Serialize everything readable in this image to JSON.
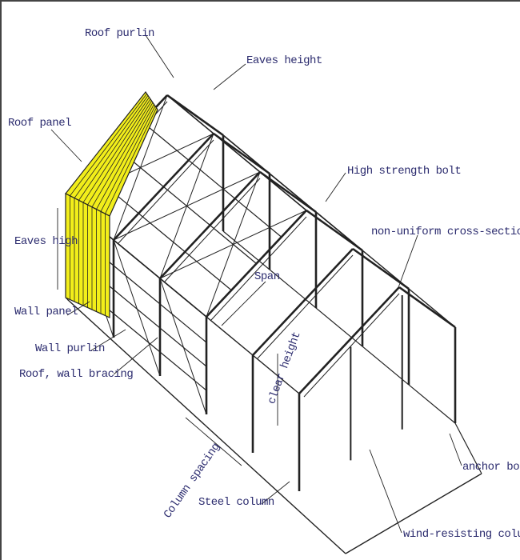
{
  "labels": {
    "roof_purlin": "Roof purlin",
    "eaves_height_top": "Eaves height",
    "roof_panel": "Roof panel",
    "high_strength_bolt": "High strength bolt",
    "non_uniform_beam": "non-uniform cross-section beam",
    "eaves_high": "Eaves high",
    "span": "Span",
    "wall_panel": "Wall panel",
    "wall_purlin": "Wall purlin",
    "bracing": "Roof, wall bracing",
    "clear_height": "clear height",
    "column_spacing": "Column spacing",
    "steel_column": "Steel column",
    "anchor_bolt": "anchor bolt",
    "wind_column": "wind-resisting column"
  },
  "colors": {
    "panel": "#f2ee1a",
    "label": "#2b2b6e",
    "line": "#222222"
  }
}
